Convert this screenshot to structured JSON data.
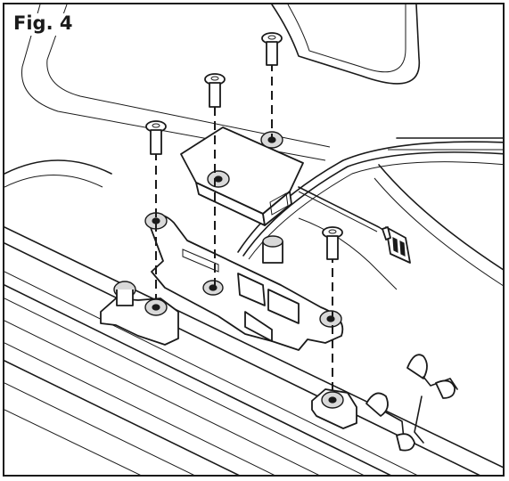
{
  "figure": {
    "label": "Fig. 4",
    "line_color": "#1a1a1a",
    "background_color": "#ffffff",
    "components": [
      "mounting-screw",
      "sensor-module",
      "mounting-bracket",
      "wire-cable",
      "connector-plug",
      "mounting-clip",
      "cable-clamp",
      "rail"
    ]
  }
}
